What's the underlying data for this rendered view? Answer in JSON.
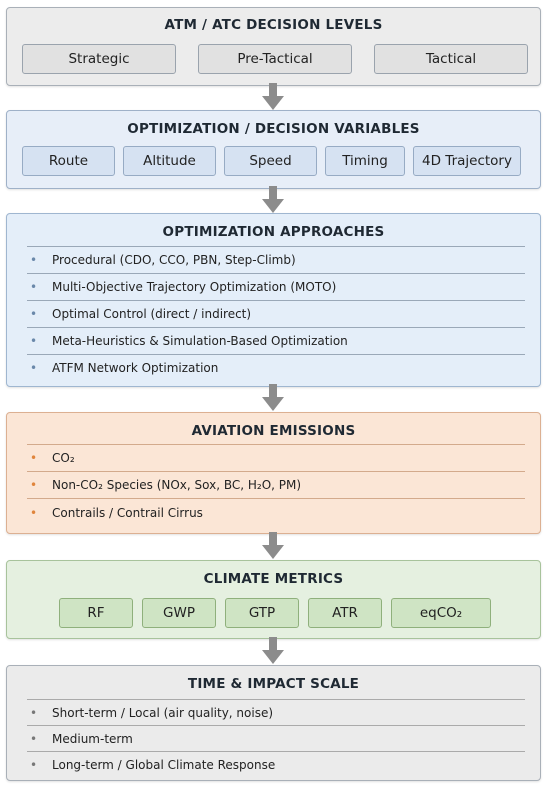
{
  "panels": {
    "atm": {
      "title": "ATM / ATC DECISION LEVELS",
      "items": [
        "Strategic",
        "Pre-Tactical",
        "Tactical"
      ]
    },
    "optimization_variables": {
      "title": "OPTIMIZATION / DECISION VARIABLES",
      "items": [
        "Route",
        "Altitude",
        "Speed",
        "Timing",
        "4D Trajectory"
      ]
    },
    "approaches": {
      "title": "OPTIMIZATION APPROACHES",
      "items": [
        "Procedural (CDO, CCO, PBN, Step-Climb)",
        "Multi-Objective Trajectory Optimization (MOTO)",
        "Optimal Control (direct / indirect)",
        "Meta-Heuristics & Simulation-Based Optimization",
        "ATFM Network Optimization"
      ]
    },
    "emissions": {
      "title": "AVIATION EMISSIONS",
      "items": [
        "CO₂",
        "Non-CO₂ Species (NOx, Sox, BC, H₂O, PM)",
        "Contrails / Contrail Cirrus"
      ]
    },
    "climate_metrics": {
      "title": "CLIMATE METRICS",
      "items": [
        "RF",
        "GWP",
        "GTP",
        "ATR",
        "eqCO₂"
      ]
    },
    "time_scale": {
      "title": "TIME & IMPACT SCALE",
      "items": [
        "Short-term / Local (air quality, noise)",
        "Medium-term",
        "Long-term / Global Climate Response"
      ]
    }
  },
  "bullet": "•",
  "colors": {
    "arrow": "#8c8c8c",
    "atm_bg": "#ececec",
    "opt_bg": "#e7eef8",
    "approaches_bg": "#e4eef9",
    "emissions_bg": "#fbe6d6",
    "climate_bg": "#e5f0e0",
    "time_bg": "#ebebeb"
  }
}
